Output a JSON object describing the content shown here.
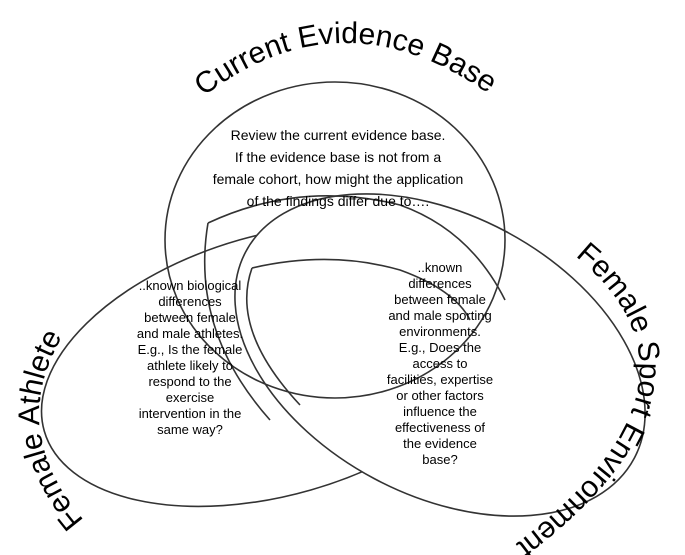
{
  "titles": {
    "top": "Current Evidence Base",
    "left": "Female Athlete",
    "right": "Female Sport Environment"
  },
  "top_text": [
    "Review the current evidence base.",
    "If the evidence base is not from a",
    "female cohort, how might the application",
    "of the findings differ due to…."
  ],
  "left_text": [
    "..known biological",
    "differences",
    "between female",
    "and male athletes.",
    "E.g., Is the female",
    "athlete likely to",
    "respond to the",
    "exercise",
    "intervention in the",
    "same way?"
  ],
  "right_text": [
    "..known",
    "differences",
    "between female",
    "and male sporting",
    "environments.",
    "E.g., Does the",
    "access to",
    "facilities, expertise",
    "or other factors",
    "influence the",
    "effectiveness of",
    "the evidence",
    "base?"
  ]
}
